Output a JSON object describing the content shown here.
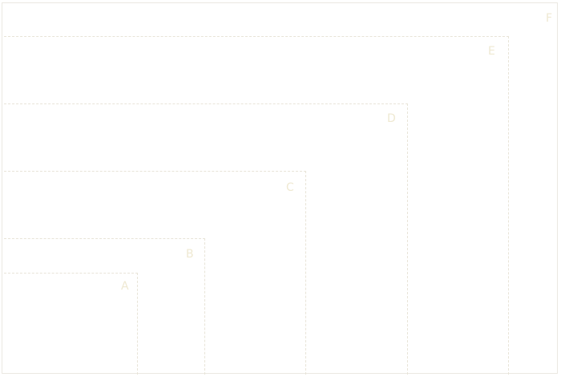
{
  "labels": {
    "a": "A",
    "b": "B",
    "c": "C",
    "d": "D",
    "e": "E",
    "f": "F"
  }
}
